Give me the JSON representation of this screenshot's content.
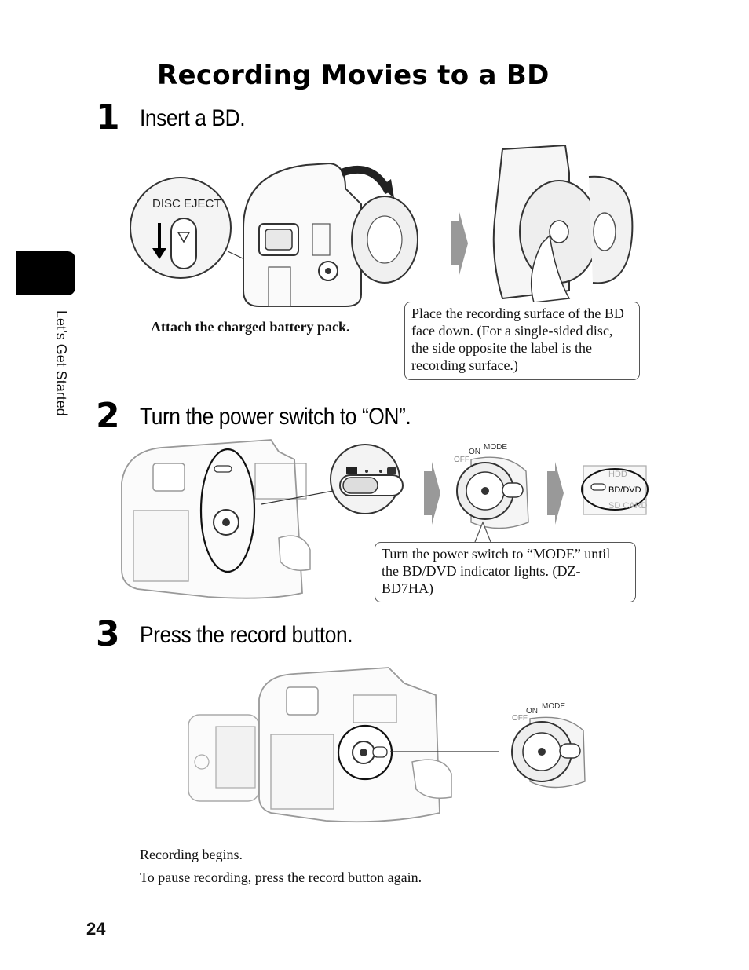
{
  "title": "Recording Movies to a BD",
  "side_label": "Let’s Get Started",
  "steps": [
    {
      "number": "1",
      "heading": "Insert a BD."
    },
    {
      "number": "2",
      "heading": "Turn the power switch to “ON”."
    },
    {
      "number": "3",
      "heading": "Press the record button."
    }
  ],
  "step1": {
    "disc_eject_label": "DISC EJECT",
    "battery_caption": "Attach the charged battery pack.",
    "callout": "Place the recording surface of the BD face down. (For a single-sided disc, the side opposite the label is the recording surface.)"
  },
  "step2": {
    "switch_labels": {
      "off": "OFF",
      "on": "ON",
      "mode": "MODE"
    },
    "indicator_labels": {
      "hdd": "HDD",
      "bd_dvd": "BD/DVD",
      "sd_card": "SD CARD"
    },
    "callout": "Turn the power switch to “MODE” until the BD/DVD indicator lights. (DZ-BD7HA)"
  },
  "step3": {
    "switch_labels": {
      "off": "OFF",
      "on": "ON",
      "mode": "MODE"
    },
    "note_1": "Recording begins.",
    "note_2": "To pause recording, press the record button again."
  },
  "page_number": "24"
}
